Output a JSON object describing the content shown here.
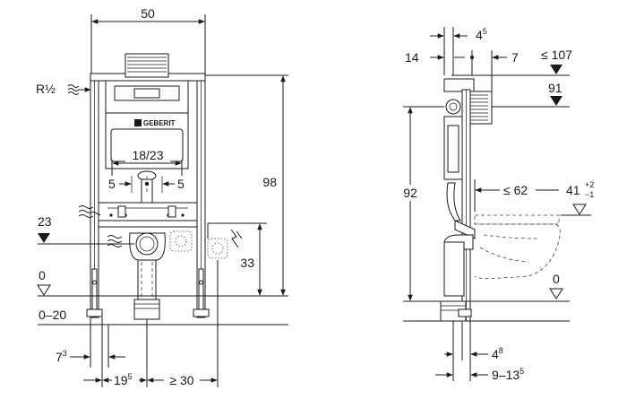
{
  "front_view": {
    "width_top": "50",
    "thread_label": "R½",
    "brand": "GEBERIT",
    "flush_spacing": "18/23",
    "offset_left": "5",
    "offset_right": "5",
    "total_height": "98",
    "inlet_height": "23",
    "drain_height": "33",
    "floor_level": "0",
    "floor_range": "0–20",
    "bottom_left_a": "7",
    "bottom_left_a_sup": "3",
    "bottom_left_b": "19",
    "bottom_left_b_sup": "5",
    "bottom_right": "≥ 30"
  },
  "side_view": {
    "top_a": "4",
    "top_a_sup": "5",
    "top_b": "14",
    "top_c": "7",
    "top_right": "≤ 107",
    "right_91": "91",
    "left_92": "92",
    "bowl_depth": "≤ 62",
    "bowl_height": "41",
    "bowl_height_sup": "+2",
    "bowl_height_sub": "−1",
    "floor_level": "0",
    "bottom_a": "4",
    "bottom_a_sup": "8",
    "bottom_b": "9–13",
    "bottom_b_sup": "5"
  }
}
